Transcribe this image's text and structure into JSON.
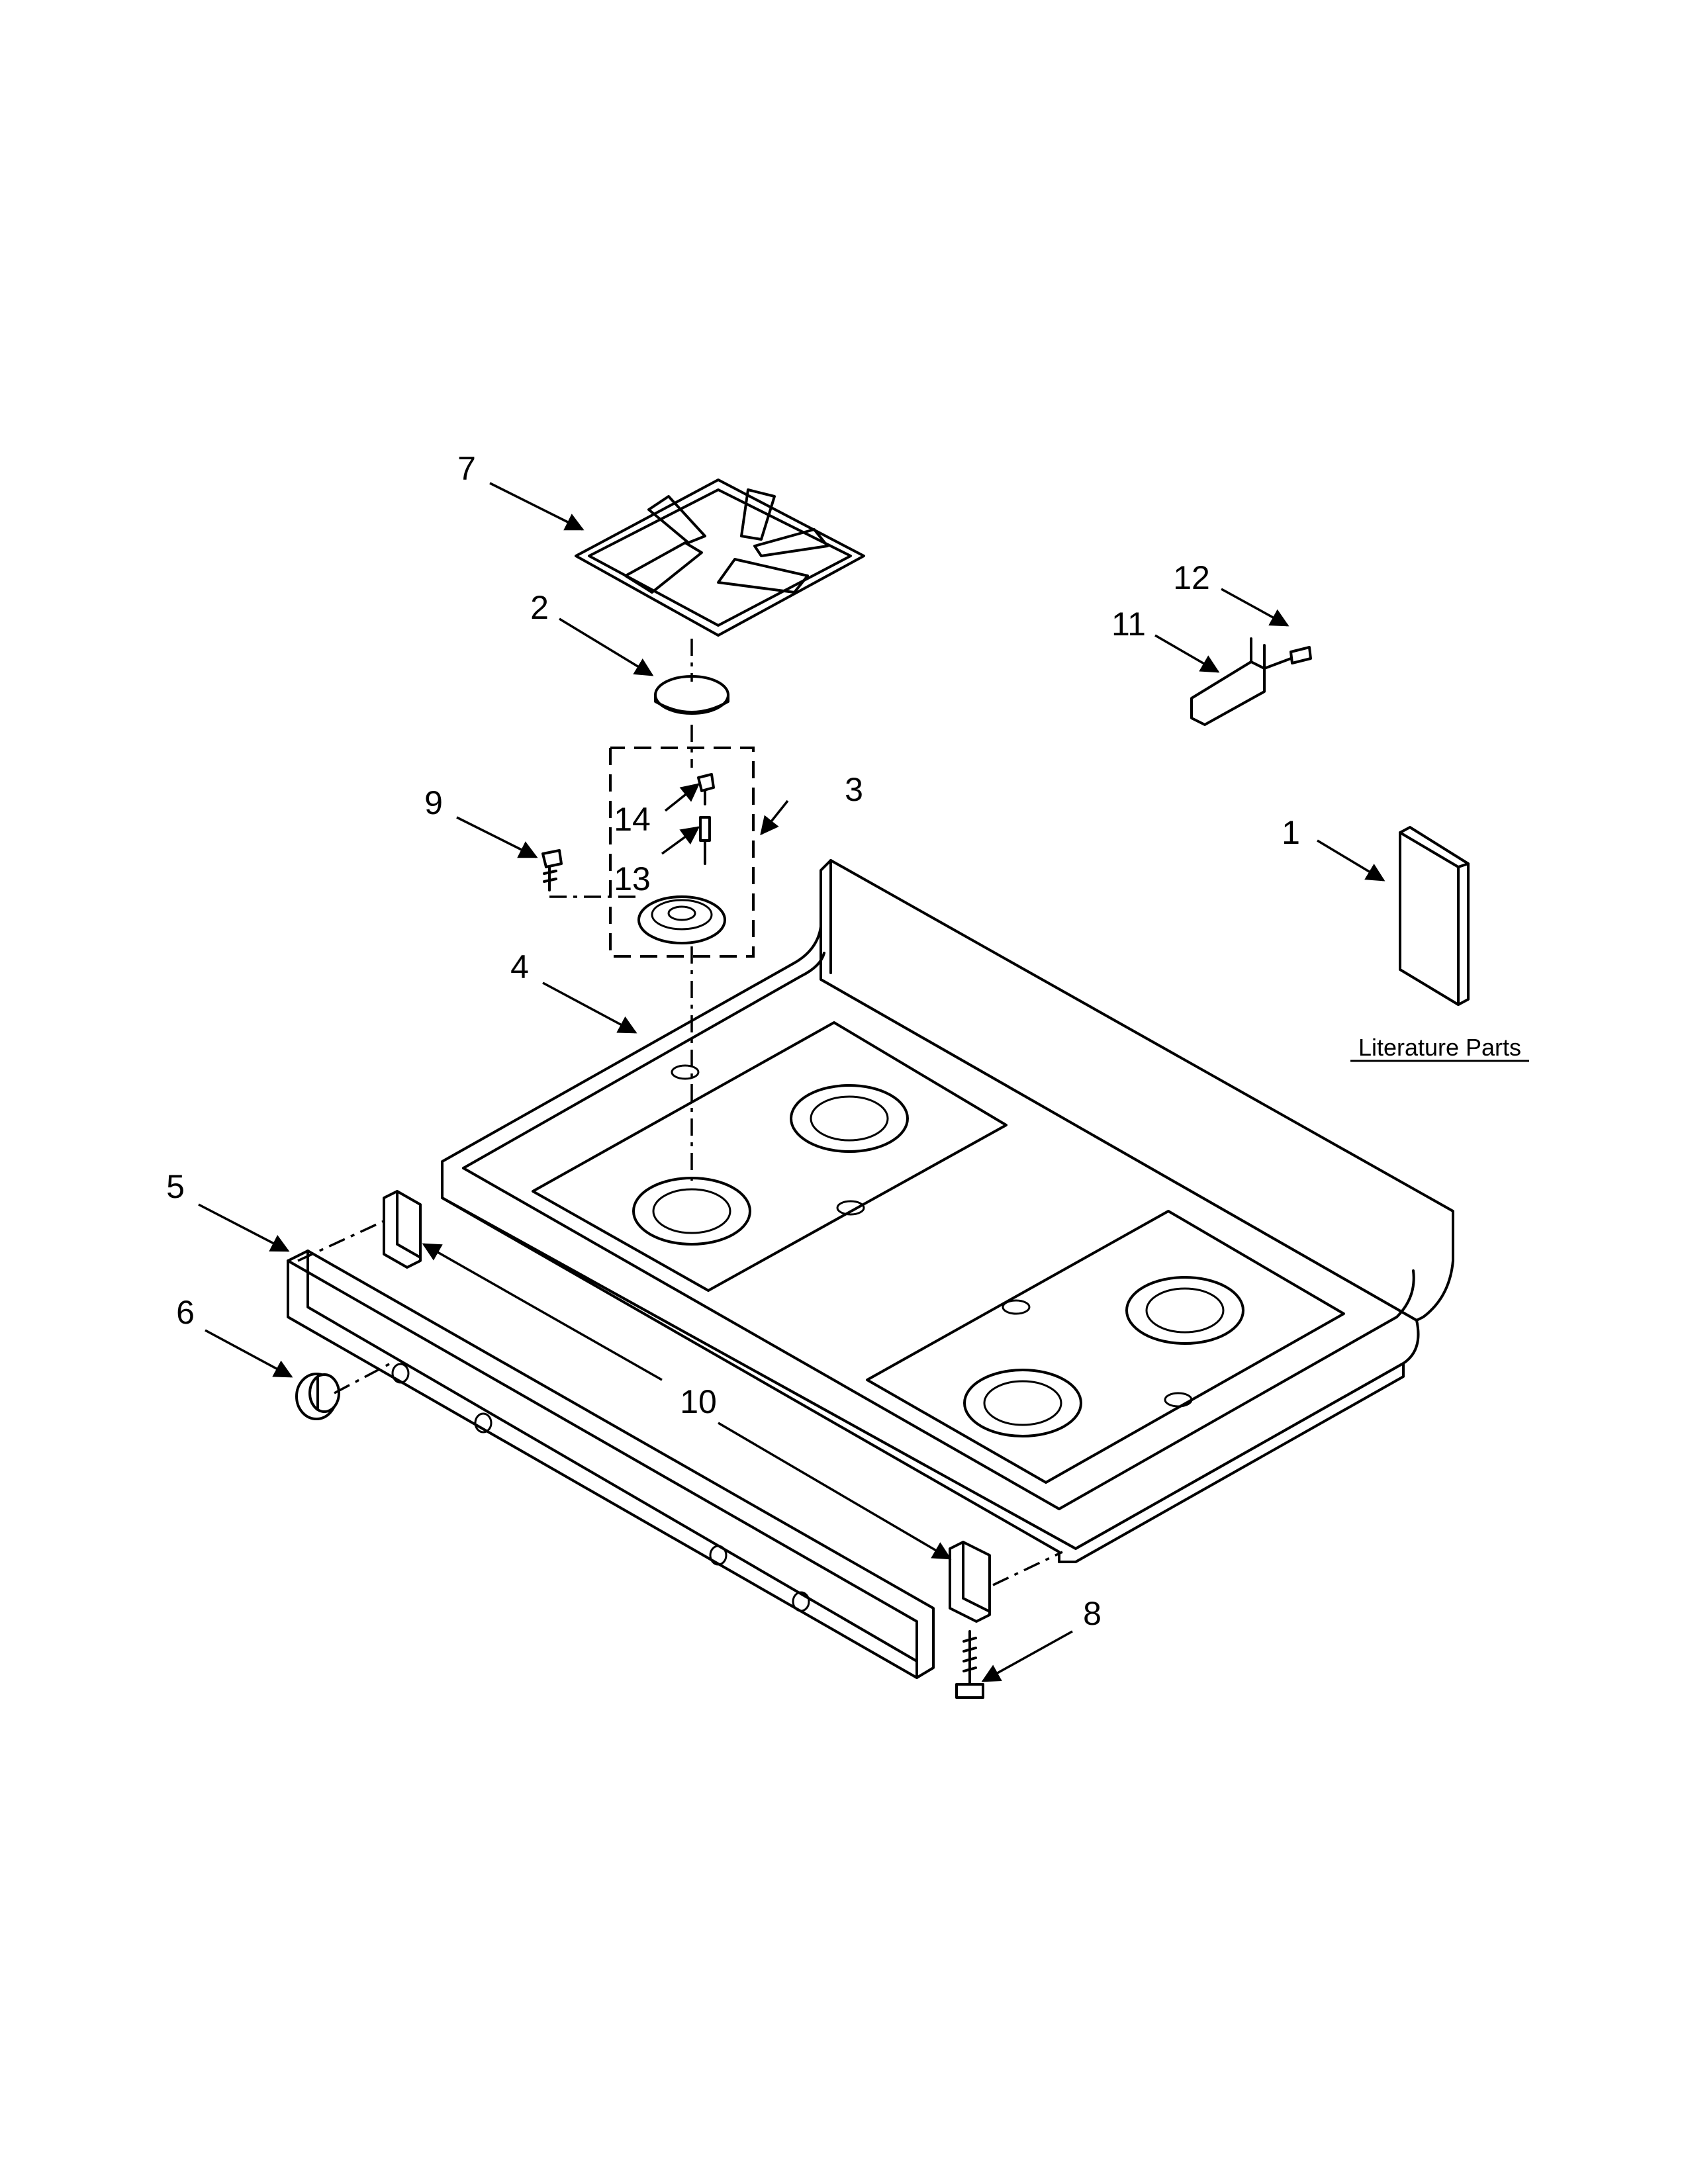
{
  "diagram": {
    "callouts": [
      "1",
      "2",
      "3",
      "4",
      "5",
      "6",
      "7",
      "8",
      "9",
      "10",
      "11",
      "12",
      "13",
      "14"
    ],
    "literature_label": "Literature Parts"
  }
}
